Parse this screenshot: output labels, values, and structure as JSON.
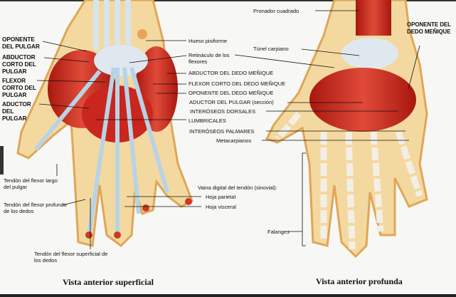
{
  "left_view": {
    "title": "Vista anterior superficial",
    "labels": {
      "oponente_pulgar": "OPONENTE DEL PULGAR",
      "abductor_corto_pulgar": "ABDUCTOR CORTO DEL PULGAR",
      "flexor_corto_pulgar": "FLEXOR CORTO DEL PULGAR",
      "aductor_pulgar": "ADUCTOR DEL PULGAR",
      "tendon_flexor_largo_pulgar": "Tendón del flexor largo del pulgar",
      "tendon_flexor_profundo": "Tendón del flexor profundo de los dedos",
      "tendon_flexor_superficial": "Tendón del flexor superficial de los dedos"
    }
  },
  "center_labels": {
    "hueso_pisiforme": "Hueso pisiforme",
    "retinaculo": "Retináculo de los flexores",
    "abductor_menique": "ABDUCTOR DEL DEDO MEÑIQUE",
    "flexor_corto_menique": "FLEXOR CORTO DEL DEDO MEÑIQUE",
    "oponente_menique": "OPONENTE DEL DEDO MEÑIQUE",
    "aductor_pulgar_seccion": "ADUCTOR DEL PULGAR (sección)",
    "interoseos_dorsales": "INTERÓSEOS DORSALES",
    "lumbricales": "LUMBRICALES",
    "interoseos_palmares": "INTERÓSEOS PALMARES",
    "metacarpianos": "Metacarpianos",
    "vaina_digital": "Vaina digital del tendón (sinovial):",
    "hoja_parietal": "Hoja parietal",
    "hoja_visceral": "Hoja visceral"
  },
  "right_view": {
    "title": "Vista anterior profunda",
    "labels": {
      "pronador_cuadrado": "Pronador cuadrado",
      "tunel_carpiano": "Túnel carpiano",
      "oponente_menique": "OPONENTE DEL DEDO MEÑIQUE",
      "falanges": "Falanges"
    }
  },
  "colors": {
    "skin": "#f3d9a0",
    "skin_edge": "#e0a656",
    "muscle": "#c8261e",
    "tendon": "#b9d3e6",
    "bone": "#f4efe6"
  }
}
